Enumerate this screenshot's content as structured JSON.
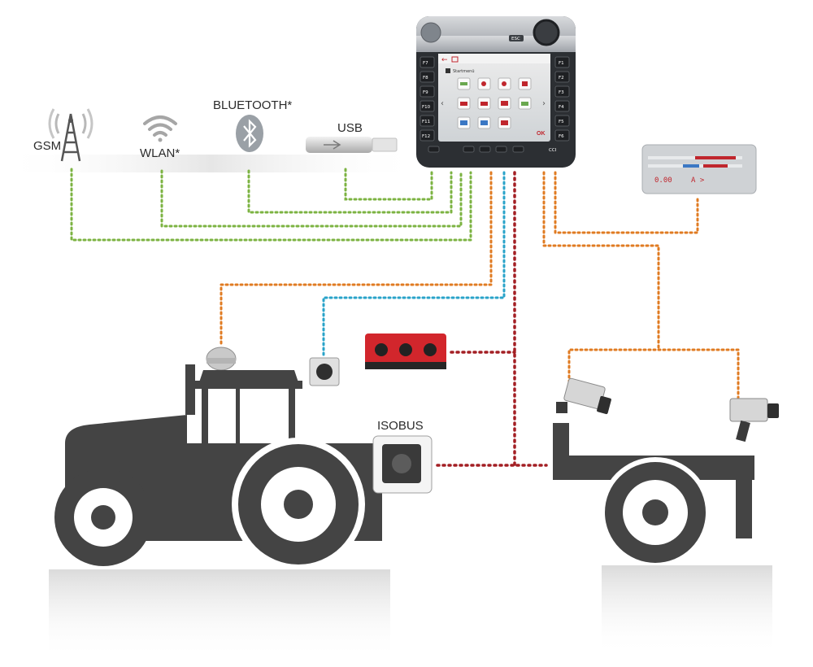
{
  "labels": {
    "gsm": "GSM",
    "wlan": "WLAN*",
    "bluetooth": "BLUETOOTH*",
    "usb": "USB",
    "isobus": "ISOBUS"
  },
  "terminal": {
    "screen_title": "Startmenü",
    "esc_label": "ESC",
    "ok_label": "OK",
    "cci_label": "CCI",
    "left_keys": [
      "F7",
      "F8",
      "F9",
      "F10",
      "F11",
      "F12"
    ],
    "right_keys": [
      "F1",
      "F2",
      "F3",
      "F4",
      "F5",
      "F6"
    ]
  },
  "lightbar": {
    "left_readout": "0.00",
    "right_readout": "A >"
  },
  "colors": {
    "green": "#7cb342",
    "orange": "#e07b22",
    "blue": "#29a3c9",
    "red": "#a31f24",
    "silhouette": "#444444"
  },
  "icons": [
    "antenna-tower-icon",
    "wifi-icon",
    "bluetooth-icon",
    "usb-stick-icon",
    "gps-receiver-icon",
    "socket-icon",
    "joystick-module-icon",
    "isobus-connector-icon",
    "camera-icon"
  ]
}
